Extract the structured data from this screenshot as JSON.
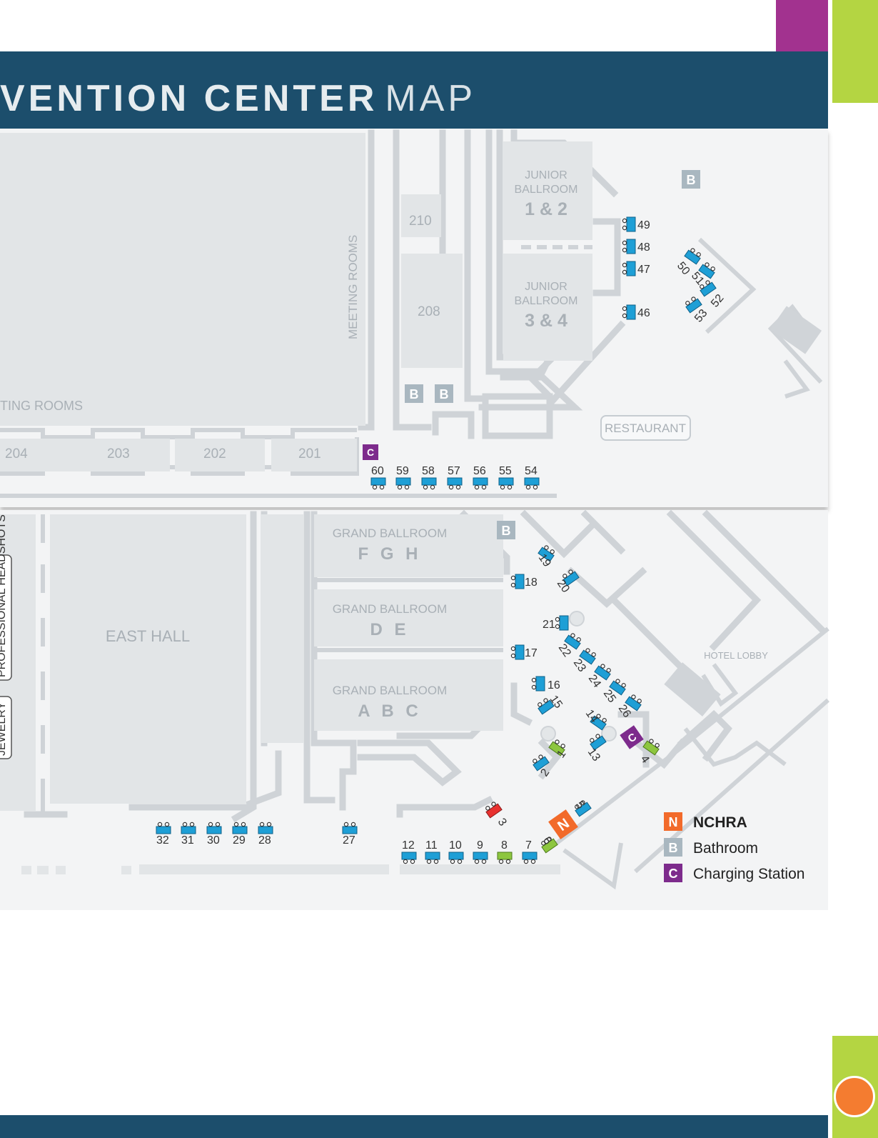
{
  "header": {
    "title_bold": "VENTION CENTER",
    "title_light": "MAP"
  },
  "colors": {
    "header_band": "#1c4e6c",
    "accent_purple": "#a2328f",
    "accent_green": "#b4d542",
    "accent_orange": "#f47c30",
    "booth_blue": "#1e9fd6",
    "booth_green": "#8dc63f",
    "booth_red": "#e8312f",
    "nchra": "#f26a2a",
    "bathroom": "#a9b7c0",
    "charging": "#7d2b8c"
  },
  "top_map": {
    "meeting_rooms_vertical": "MEETING ROOMS",
    "meeting_rooms_partial": "TING ROOMS",
    "rooms": {
      "r210": "210",
      "r208": "208",
      "r204": "204",
      "r203": "203",
      "r202": "202",
      "r201": "201"
    },
    "junior_12": {
      "line1": "JUNIOR",
      "line2": "BALLROOM",
      "line3": "1 & 2"
    },
    "junior_34": {
      "line1": "JUNIOR",
      "line2": "BALLROOM",
      "line3": "3 & 4"
    },
    "restaurant": "RESTAURANT",
    "booths": [
      "46",
      "47",
      "48",
      "49",
      "50",
      "51",
      "52",
      "53",
      "54",
      "55",
      "56",
      "57",
      "58",
      "59",
      "60"
    ]
  },
  "bottom_map": {
    "east_hall": "EAST HALL",
    "hotel_lobby": "HOTEL LOBBY",
    "jewelry": "JEWELRY",
    "professional": "PROFESSIONAL HEADSHOTS",
    "fgh": {
      "line1": "GRAND BALLROOM",
      "line2": "F G H"
    },
    "de": {
      "line1": "GRAND BALLROOM",
      "line2": "D E"
    },
    "abc": {
      "line1": "GRAND BALLROOM",
      "line2": "A B C"
    },
    "booths": [
      "1",
      "2",
      "3",
      "4",
      "5",
      "6",
      "7",
      "8",
      "9",
      "10",
      "11",
      "12",
      "13",
      "14",
      "15",
      "16",
      "17",
      "18",
      "19",
      "20",
      "21",
      "22",
      "23",
      "24",
      "25",
      "26",
      "27",
      "28",
      "29",
      "30",
      "31",
      "32"
    ]
  },
  "legend": {
    "items": [
      {
        "letter": "N",
        "label": "NCHRA"
      },
      {
        "letter": "B",
        "label": "Bathroom"
      },
      {
        "letter": "C",
        "label": "Charging Station"
      }
    ]
  },
  "badges": {
    "bathroom": "B",
    "charging": "C",
    "nchra": "N"
  }
}
